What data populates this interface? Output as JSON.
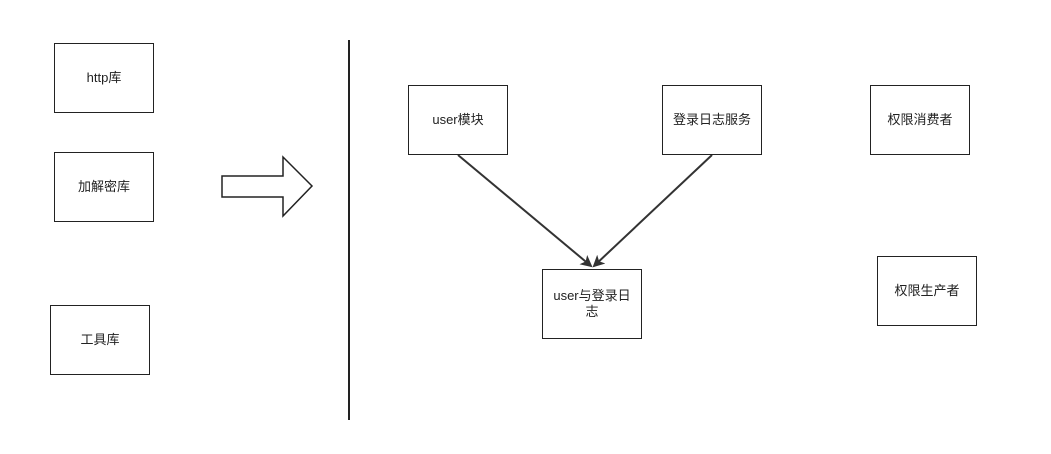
{
  "nodes": {
    "http": "http库",
    "crypto": "加解密库",
    "tools": "工具库",
    "user": "user模块",
    "login_log": "登录日志服务",
    "user_login": "user与登录日志",
    "perm_consumer": "权限消费者",
    "perm_producer": "权限生产者"
  },
  "edges": [
    {
      "from": "user",
      "to": "user_login"
    },
    {
      "from": "login_log",
      "to": "user_login"
    }
  ],
  "colors": {
    "stroke": "#222222",
    "background": "#ffffff"
  }
}
